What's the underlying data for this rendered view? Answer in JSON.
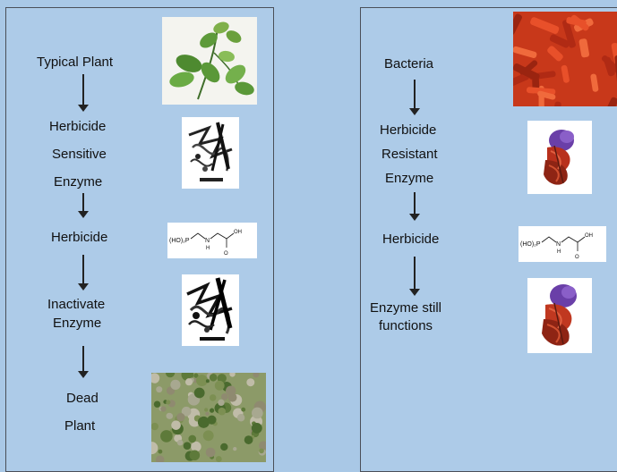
{
  "left": {
    "typical_plant": "Typical Plant",
    "sensitive_1": "Herbicide",
    "sensitive_2": "Sensitive",
    "sensitive_3": "Enzyme",
    "herbicide": "Herbicide",
    "inactivate_1": "Inactivate",
    "inactivate_2": "Enzyme",
    "dead_1": "Dead",
    "dead_2": "Plant"
  },
  "right": {
    "bacteria": "Bacteria",
    "resistant_1": "Herbicide",
    "resistant_2": "Resistant",
    "resistant_3": "Enzyme",
    "herbicide": "Herbicide",
    "functions_1": "Enzyme still",
    "functions_2": "functions"
  },
  "formula": {
    "left_group": "(HO)₂P",
    "nh": "N",
    "h": "H",
    "oh": "OH",
    "o": "O"
  },
  "colors": {
    "background": "#a9c8e6",
    "panel_border": "#4a4f58",
    "bacteria_red": "#d8401c",
    "leaf_green": "#5d9a3a"
  }
}
